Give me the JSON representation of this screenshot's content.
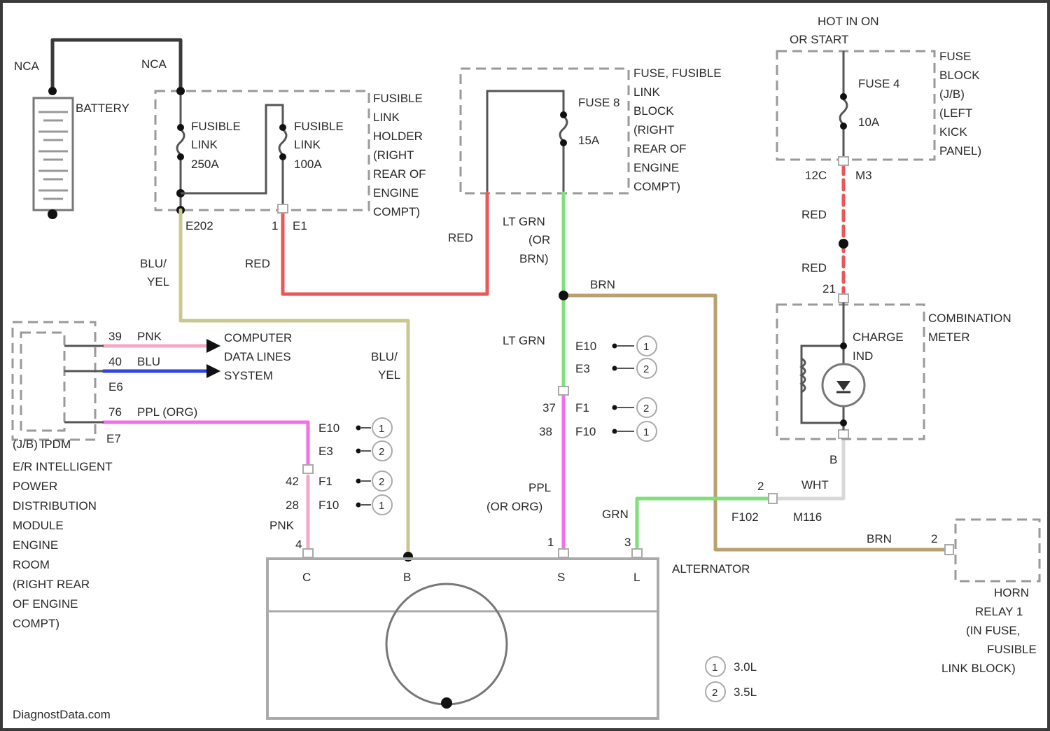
{
  "colors": {
    "dark": "#3a3a3a",
    "red": "#e8585a",
    "green": "#7fe07a",
    "pink": "#f7a8c8",
    "magenta": "#f070e8",
    "blue": "#3344dd",
    "tan": "#b8a070",
    "olive": "#c8c890",
    "white_wire": "#d8d8d8",
    "border": "#3a3a3a"
  },
  "battery": {
    "nca_left": "NCA",
    "nca_right": "NCA",
    "label": "BATTERY"
  },
  "fusible_link_250": {
    "name": "FUSIBLE",
    "name2": "LINK",
    "rating": "250A"
  },
  "fusible_link_100": {
    "name": "FUSIBLE",
    "name2": "LINK",
    "rating": "100A"
  },
  "fusible_link_holder": {
    "lines": [
      "FUSIBLE",
      "LINK",
      "HOLDER",
      "(RIGHT",
      "REAR OF",
      "ENGINE",
      "COMPT)"
    ]
  },
  "fuse_fusible_block": {
    "fuse_name": "FUSE 8",
    "fuse_rating": "15A",
    "lines": [
      "FUSE, FUSIBLE",
      "LINK",
      "BLOCK",
      "(RIGHT",
      "REAR OF",
      "ENGINE",
      "COMPT)"
    ]
  },
  "hot_label": {
    "line1": "HOT IN ON",
    "line2": "OR START"
  },
  "fuse_block_jb": {
    "fuse_name": "FUSE 4",
    "fuse_rating": "10A",
    "lines": [
      "FUSE",
      "BLOCK",
      "(J/B)",
      "(LEFT",
      "KICK",
      "PANEL)"
    ]
  },
  "connectors": {
    "e202": "E202",
    "e1_pin": "1",
    "e1": "E1",
    "c12": "12C",
    "m3": "M3",
    "c21": "21"
  },
  "wire_labels": {
    "blu_yel_1": "BLU/",
    "blu_yel_2": "YEL",
    "red_left": "RED",
    "red_mid": "RED",
    "lt_grn_or_1": "LT GRN",
    "lt_grn_or_2": "(OR",
    "lt_grn_or_3": "BRN)",
    "brn_top": "BRN",
    "red_right_1": "RED",
    "red_right_2": "RED",
    "lt_grn": "LT GRN",
    "blu_yel_mid_1": "BLU/",
    "blu_yel_mid_2": "YEL",
    "ppl_or_1": "PPL",
    "ppl_or_2": "(OR ORG)",
    "pnk": "PNK",
    "grn": "GRN",
    "wht": "WHT",
    "brn_bottom": "BRN"
  },
  "ipdm": {
    "pin39": "39",
    "pin39_color": "PNK",
    "pin40": "40",
    "pin40_color": "BLU",
    "e6": "E6",
    "pin76": "76",
    "pin76_color": "PPL (ORG)",
    "e7": "E7",
    "computer_lines": [
      "COMPUTER",
      "DATA LINES",
      "SYSTEM"
    ],
    "label_lines": [
      "(J/B) IPDM",
      "E/R INTELLIGENT",
      "POWER",
      "DISTRIBUTION",
      "MODULE",
      "ENGINE",
      "ROOM",
      "(RIGHT REAR",
      "OF ENGINE",
      "COMPT)"
    ]
  },
  "connector_refs_left": [
    {
      "code": "E10",
      "num": "1"
    },
    {
      "code": "E3",
      "num": "2"
    },
    {
      "code": "F1",
      "num": "2"
    },
    {
      "code": "F10",
      "num": "1"
    }
  ],
  "left_pins": {
    "pin42": "42",
    "pin28": "28",
    "pin4": "4"
  },
  "connector_refs_mid_top": [
    {
      "code": "E10",
      "num": "1"
    },
    {
      "code": "E3",
      "num": "2"
    }
  ],
  "connector_refs_mid_bottom": [
    {
      "code": "F1",
      "num": "2"
    },
    {
      "code": "F10",
      "num": "1"
    }
  ],
  "mid_pins": {
    "pin37": "37",
    "pin38": "38",
    "pin1": "1"
  },
  "combination_meter": {
    "line1": "COMBINATION",
    "line2": "METER",
    "ind1": "CHARGE",
    "ind2": "IND",
    "pin_b": "B"
  },
  "alternator": {
    "label": "ALTERNATOR",
    "term_c": "C",
    "term_b": "B",
    "term_s": "S",
    "term_l": "L",
    "pin_l": "3"
  },
  "f102": {
    "pin": "2",
    "code": "F102",
    "code2": "M116"
  },
  "horn_relay": {
    "pin": "2",
    "lines": [
      "HORN",
      "RELAY 1",
      "(IN FUSE,",
      "FUSIBLE",
      "LINK BLOCK)"
    ]
  },
  "legend": [
    {
      "num": "1",
      "label": "3.0L"
    },
    {
      "num": "2",
      "label": "3.5L"
    }
  ],
  "watermark": "DiagnostData.com"
}
